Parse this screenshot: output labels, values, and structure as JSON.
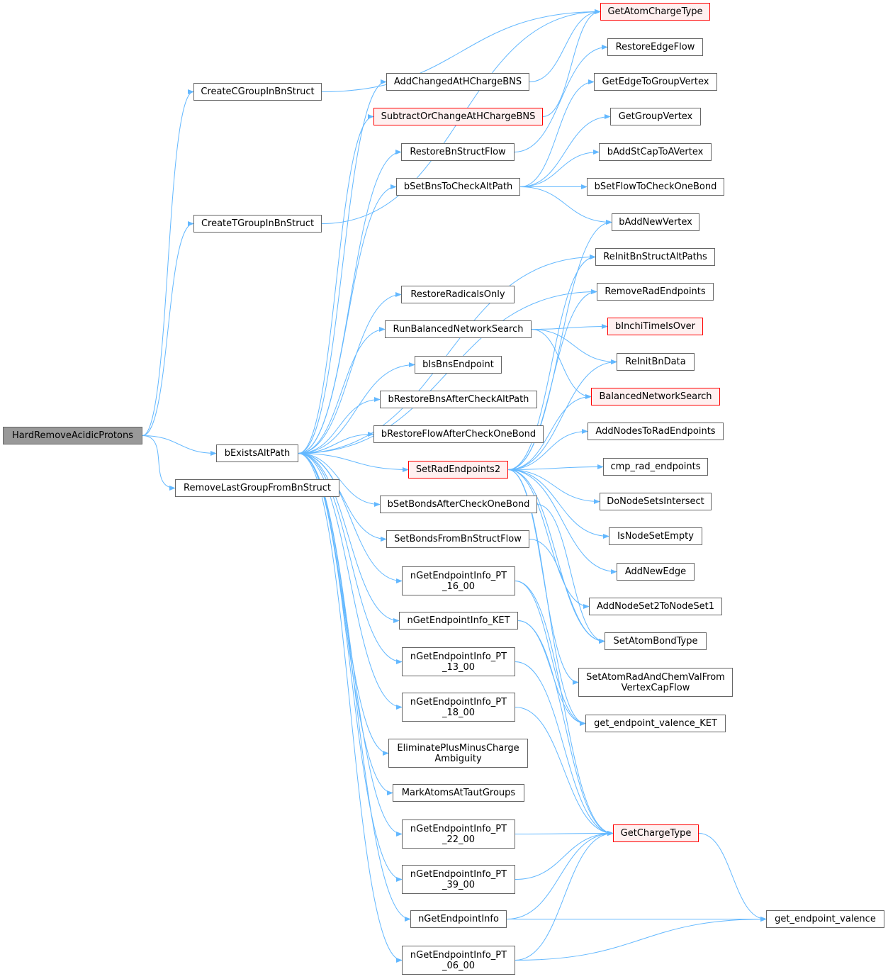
{
  "colors": {
    "edge": "#63b8ff",
    "node_border": "#666666",
    "truncated_border": "#ff0000",
    "truncated_fill": "#fff0f0",
    "root_fill": "#999999"
  },
  "nodes": {
    "root": {
      "label": "HardRemoveAcidicProtons",
      "truncated": false
    },
    "create_c": {
      "label": "CreateCGroupInBnStruct",
      "truncated": false
    },
    "create_t": {
      "label": "CreateTGroupInBnStruct",
      "truncated": false
    },
    "bexists": {
      "label": "bExistsAltPath",
      "truncated": false
    },
    "remove_last": {
      "label": "RemoveLastGroupFromBnStruct",
      "truncated": false
    },
    "get_atom_charge": {
      "label": "GetAtomChargeType",
      "truncated": true
    },
    "add_changed": {
      "label": "AddChangedAtHChargeBNS",
      "truncated": false
    },
    "subtract": {
      "label": "SubtractOrChangeAtHChargeBNS",
      "truncated": true
    },
    "restore_bn": {
      "label": "RestoreBnStructFlow",
      "truncated": false
    },
    "bset_check_alt": {
      "label": "bSetBnsToCheckAltPath",
      "truncated": false
    },
    "restore_radicals": {
      "label": "RestoreRadicalsOnly",
      "truncated": false
    },
    "run_bns": {
      "label": "RunBalancedNetworkSearch",
      "truncated": false
    },
    "bis_endpoint": {
      "label": "bIsBnsEndpoint",
      "truncated": false
    },
    "brestore_bns": {
      "label": "bRestoreBnsAfterCheckAltPath",
      "truncated": false
    },
    "brestore_flow": {
      "label": "bRestoreFlowAfterCheckOneBond",
      "truncated": false
    },
    "setrad": {
      "label": "SetRadEndpoints2",
      "truncated": true
    },
    "bset_bonds": {
      "label": "bSetBondsAfterCheckOneBond",
      "truncated": false
    },
    "set_bonds_flow": {
      "label": "SetBondsFromBnStructFlow",
      "truncated": false
    },
    "ng_16": {
      "label": "nGetEndpointInfo_PT\n_16_00",
      "truncated": false
    },
    "ng_ket": {
      "label": "nGetEndpointInfo_KET",
      "truncated": false
    },
    "ng_13": {
      "label": "nGetEndpointInfo_PT\n_13_00",
      "truncated": false
    },
    "ng_18": {
      "label": "nGetEndpointInfo_PT\n_18_00",
      "truncated": false
    },
    "eliminate": {
      "label": "EliminatePlusMinusCharge\nAmbiguity",
      "truncated": false
    },
    "mark_atoms": {
      "label": "MarkAtomsAtTautGroups",
      "truncated": false
    },
    "ng_22": {
      "label": "nGetEndpointInfo_PT\n_22_00",
      "truncated": false
    },
    "ng_39": {
      "label": "nGetEndpointInfo_PT\n_39_00",
      "truncated": false
    },
    "ng_info": {
      "label": "nGetEndpointInfo",
      "truncated": false
    },
    "ng_06": {
      "label": "nGetEndpointInfo_PT\n_06_00",
      "truncated": false
    },
    "restore_edge": {
      "label": "RestoreEdgeFlow",
      "truncated": false
    },
    "get_edge_group": {
      "label": "GetEdgeToGroupVertex",
      "truncated": false
    },
    "get_group_vertex": {
      "label": "GetGroupVertex",
      "truncated": false
    },
    "badd_stcap": {
      "label": "bAddStCapToAVertex",
      "truncated": false
    },
    "bset_flow": {
      "label": "bSetFlowToCheckOneBond",
      "truncated": false
    },
    "badd_vertex": {
      "label": "bAddNewVertex",
      "truncated": false
    },
    "reinit_alt": {
      "label": "ReInitBnStructAltPaths",
      "truncated": false
    },
    "remove_rad": {
      "label": "RemoveRadEndpoints",
      "truncated": false
    },
    "binchi": {
      "label": "bInchiTimeIsOver",
      "truncated": true
    },
    "reinit_data": {
      "label": "ReInitBnData",
      "truncated": false
    },
    "balanced": {
      "label": "BalancedNetworkSearch",
      "truncated": true
    },
    "add_nodes_rad": {
      "label": "AddNodesToRadEndpoints",
      "truncated": false
    },
    "cmp_rad": {
      "label": "cmp_rad_endpoints",
      "truncated": false
    },
    "do_node_sets": {
      "label": "DoNodeSetsIntersect",
      "truncated": false
    },
    "is_node_empty": {
      "label": "IsNodeSetEmpty",
      "truncated": false
    },
    "add_new_edge": {
      "label": "AddNewEdge",
      "truncated": false
    },
    "add_node_set": {
      "label": "AddNodeSet2ToNodeSet1",
      "truncated": false
    },
    "set_atom_bond": {
      "label": "SetAtomBondType",
      "truncated": false
    },
    "set_atom_rad": {
      "label": "SetAtomRadAndChemValFrom\nVertexCapFlow",
      "truncated": false
    },
    "get_ep_val_ket": {
      "label": "get_endpoint_valence_KET",
      "truncated": false
    },
    "get_charge": {
      "label": "GetChargeType",
      "truncated": true
    },
    "get_ep_val": {
      "label": "get_endpoint_valence",
      "truncated": false
    }
  },
  "edges": [
    [
      "root",
      "create_c"
    ],
    [
      "root",
      "create_t"
    ],
    [
      "root",
      "bexists"
    ],
    [
      "root",
      "remove_last"
    ],
    [
      "create_c",
      "get_atom_charge"
    ],
    [
      "create_t",
      "get_atom_charge"
    ],
    [
      "bexists",
      "add_changed"
    ],
    [
      "bexists",
      "subtract"
    ],
    [
      "bexists",
      "restore_bn"
    ],
    [
      "bexists",
      "bset_check_alt"
    ],
    [
      "bexists",
      "reinit_alt"
    ],
    [
      "bexists",
      "remove_rad"
    ],
    [
      "bexists",
      "restore_radicals"
    ],
    [
      "bexists",
      "run_bns"
    ],
    [
      "bexists",
      "bis_endpoint"
    ],
    [
      "bexists",
      "brestore_bns"
    ],
    [
      "bexists",
      "brestore_flow"
    ],
    [
      "bexists",
      "setrad"
    ],
    [
      "bexists",
      "bset_bonds"
    ],
    [
      "bexists",
      "set_bonds_flow"
    ],
    [
      "bexists",
      "ng_16"
    ],
    [
      "bexists",
      "ng_ket"
    ],
    [
      "bexists",
      "ng_13"
    ],
    [
      "bexists",
      "ng_18"
    ],
    [
      "bexists",
      "eliminate"
    ],
    [
      "bexists",
      "mark_atoms"
    ],
    [
      "bexists",
      "ng_22"
    ],
    [
      "bexists",
      "ng_39"
    ],
    [
      "bexists",
      "ng_info"
    ],
    [
      "bexists",
      "ng_06"
    ],
    [
      "add_changed",
      "get_atom_charge"
    ],
    [
      "subtract",
      "get_atom_charge"
    ],
    [
      "restore_bn",
      "restore_edge"
    ],
    [
      "bset_check_alt",
      "get_edge_group"
    ],
    [
      "bset_check_alt",
      "get_group_vertex"
    ],
    [
      "bset_check_alt",
      "badd_stcap"
    ],
    [
      "bset_check_alt",
      "bset_flow"
    ],
    [
      "bset_check_alt",
      "badd_vertex"
    ],
    [
      "run_bns",
      "binchi"
    ],
    [
      "run_bns",
      "reinit_data"
    ],
    [
      "run_bns",
      "balanced"
    ],
    [
      "setrad",
      "badd_vertex"
    ],
    [
      "setrad",
      "reinit_alt"
    ],
    [
      "setrad",
      "remove_rad"
    ],
    [
      "setrad",
      "reinit_data"
    ],
    [
      "setrad",
      "balanced"
    ],
    [
      "setrad",
      "add_nodes_rad"
    ],
    [
      "setrad",
      "cmp_rad"
    ],
    [
      "setrad",
      "do_node_sets"
    ],
    [
      "setrad",
      "is_node_empty"
    ],
    [
      "setrad",
      "add_new_edge"
    ],
    [
      "setrad",
      "add_node_set"
    ],
    [
      "setrad",
      "set_atom_bond"
    ],
    [
      "setrad",
      "set_atom_rad"
    ],
    [
      "setrad",
      "get_ep_val_ket"
    ],
    [
      "bset_bonds",
      "set_atom_bond"
    ],
    [
      "set_bonds_flow",
      "set_atom_bond"
    ],
    [
      "ng_16",
      "get_charge"
    ],
    [
      "ng_16",
      "get_ep_val_ket"
    ],
    [
      "ng_ket",
      "get_charge"
    ],
    [
      "ng_ket",
      "get_ep_val_ket"
    ],
    [
      "ng_13",
      "get_charge"
    ],
    [
      "ng_18",
      "get_charge"
    ],
    [
      "ng_22",
      "get_charge"
    ],
    [
      "ng_39",
      "get_charge"
    ],
    [
      "ng_info",
      "get_charge"
    ],
    [
      "ng_info",
      "get_ep_val"
    ],
    [
      "ng_06",
      "get_charge"
    ],
    [
      "ng_06",
      "get_ep_val"
    ],
    [
      "get_charge",
      "get_ep_val"
    ]
  ]
}
